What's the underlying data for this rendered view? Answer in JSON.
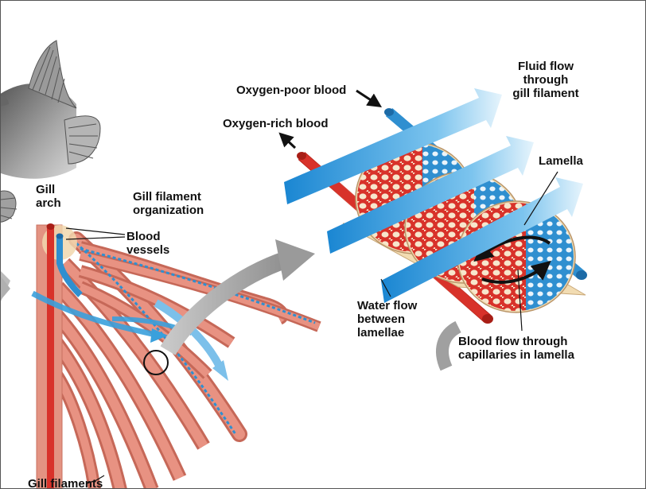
{
  "labels": {
    "oxygen_poor_blood": "Oxygen-poor blood",
    "oxygen_rich_blood": "Oxygen-rich blood",
    "fluid_flow": "Fluid flow\nthrough\ngill filament",
    "lamella": "Lamella",
    "gill_arch": "Gill\narch",
    "gill_filament_organization": "Gill filament\norganization",
    "blood_vessels": "Blood\nvessels",
    "water_flow": "Water flow\nbetween\nlamellae",
    "blood_flow_capillaries": "Blood flow through\ncapillaries in lamella",
    "gill_filaments": "Gill filaments"
  },
  "colors": {
    "oxygen_rich": "#d8322a",
    "oxygen_poor": "#2f8fd0",
    "water_flow": "#3aa0dc",
    "filament": "#e08878",
    "lamella_base": "#f2dcb2",
    "fish": "#8a8a8a",
    "transition_arrow": "#9a9a9a"
  }
}
